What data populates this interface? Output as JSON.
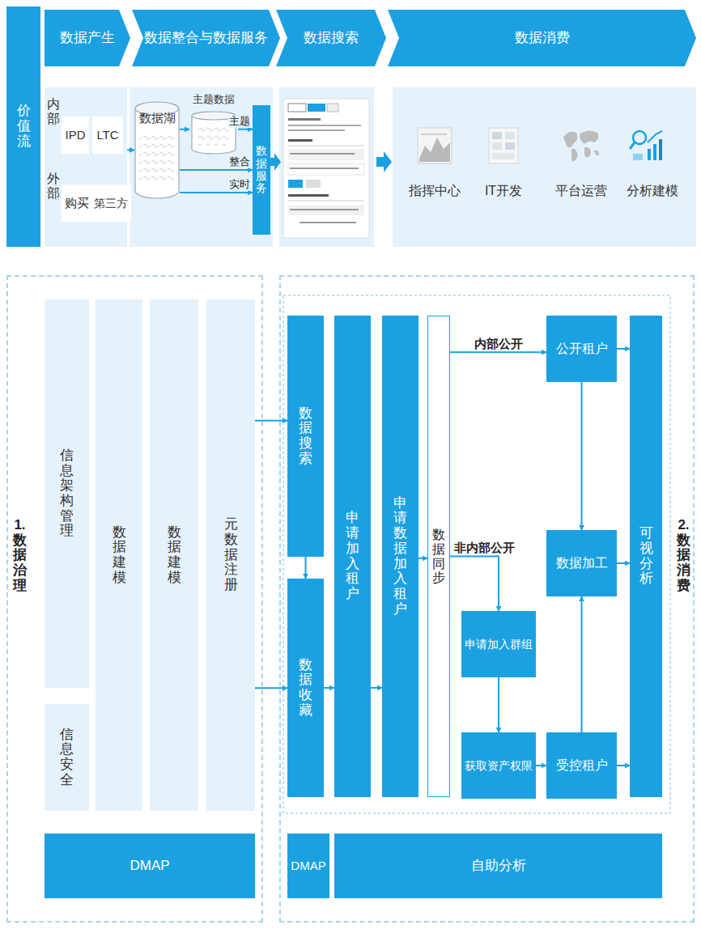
{
  "diagram": {
    "nodes": [
      {
        "text": [
          "价值流"
        ]
      },
      {
        "text": [
          "数据产生"
        ]
      },
      {
        "text": [
          "数据整合与数据服务"
        ]
      },
      {
        "text": [
          "数据搜索"
        ]
      },
      {
        "text": [
          "数据消费"
        ]
      },
      {
        "text": [
          "内部",
          "外部"
        ]
      },
      {
        "text": [
          "IPD"
        ],
        "in": 5
      },
      {
        "text": [
          "LTC"
        ],
        "in": 5
      },
      {
        "text": [
          "购买"
        ],
        "in": 5
      },
      {
        "text": [
          "第三方"
        ],
        "in": 5
      },
      {
        "text": [
          "数据湖"
        ]
      },
      {
        "text": [
          "主题数据"
        ]
      },
      {
        "text": [
          "数据服务"
        ]
      },
      {
        "text": [
          "1. 数据治理"
        ]
      },
      {
        "text": [
          "信息架构管理"
        ],
        "in": 13
      },
      {
        "text": [
          "信息安全"
        ],
        "in": 13
      },
      {
        "text": [
          "数据建模"
        ],
        "in": 13
      },
      {
        "text": [
          "数据建模"
        ],
        "in": 13
      },
      {
        "text": [
          "元数据注册"
        ],
        "in": 13
      },
      {
        "text": [
          "DMAP"
        ],
        "in": 13
      },
      {
        "text": [
          "2. 数据消费"
        ]
      },
      {
        "text": [
          "数据搜索"
        ],
        "in": 20
      },
      {
        "text": [
          "数据收藏"
        ],
        "in": 20
      },
      {
        "text": [
          "申请加入租户"
        ],
        "in": 20
      },
      {
        "text": [
          "申请数据加入租户"
        ],
        "in": 20
      },
      {
        "text": [
          "数据同步"
        ],
        "in": 20
      },
      {
        "text": [
          "公开租户"
        ],
        "in": 20
      },
      {
        "text": [
          "数据加工"
        ],
        "in": 20
      },
      {
        "text": [
          "申请加入群组"
        ],
        "in": 20
      },
      {
        "text": [
          "获取资产权限"
        ],
        "in": 20
      },
      {
        "text": [
          "受控租户"
        ],
        "in": 20
      },
      {
        "text": [
          "可视分析"
        ],
        "in": 20
      },
      {
        "text": [
          "DMAP"
        ],
        "in": 20
      },
      {
        "text": [
          "自助分析"
        ],
        "in": 20
      }
    ],
    "edges": [
      {
        "from": 5,
        "to": 10,
        "arrow": "to"
      },
      {
        "from": 10,
        "to": 11,
        "arrow": "to"
      },
      {
        "from": 11,
        "to": 12,
        "label": "主题",
        "arrow": "to"
      },
      {
        "from": 10,
        "to": 12,
        "label": "整合",
        "arrow": "to"
      },
      {
        "from": 10,
        "to": 12,
        "label": "实时",
        "arrow": "to"
      },
      {
        "from": 18,
        "to": 21,
        "arrow": "to"
      },
      {
        "from": 18,
        "to": 22,
        "arrow": "to"
      },
      {
        "from": 21,
        "to": 22,
        "arrow": "to"
      },
      {
        "from": 22,
        "to": 23,
        "arrow": "to"
      },
      {
        "from": 23,
        "to": 24,
        "arrow": "to"
      },
      {
        "from": 24,
        "to": 25,
        "arrow": "to"
      },
      {
        "from": 25,
        "to": 26,
        "label": "内部公开",
        "arrow": "to"
      },
      {
        "from": 25,
        "to": 28,
        "label": "非内部公开",
        "arrow": "to"
      },
      {
        "from": 28,
        "to": 29,
        "arrow": "to"
      },
      {
        "from": 29,
        "to": 30,
        "arrow": "to"
      },
      {
        "from": 30,
        "to": 27,
        "arrow": "to"
      },
      {
        "from": 26,
        "to": 27,
        "arrow": "to"
      },
      {
        "from": 26,
        "to": 31,
        "arrow": "to"
      },
      {
        "from": 27,
        "to": 31,
        "arrow": "to"
      },
      {
        "from": 30,
        "to": 31,
        "arrow": "to"
      }
    ],
    "labels": [
      "指挥中心",
      "IT开发",
      "平台运营",
      "分析建模"
    ]
  }
}
